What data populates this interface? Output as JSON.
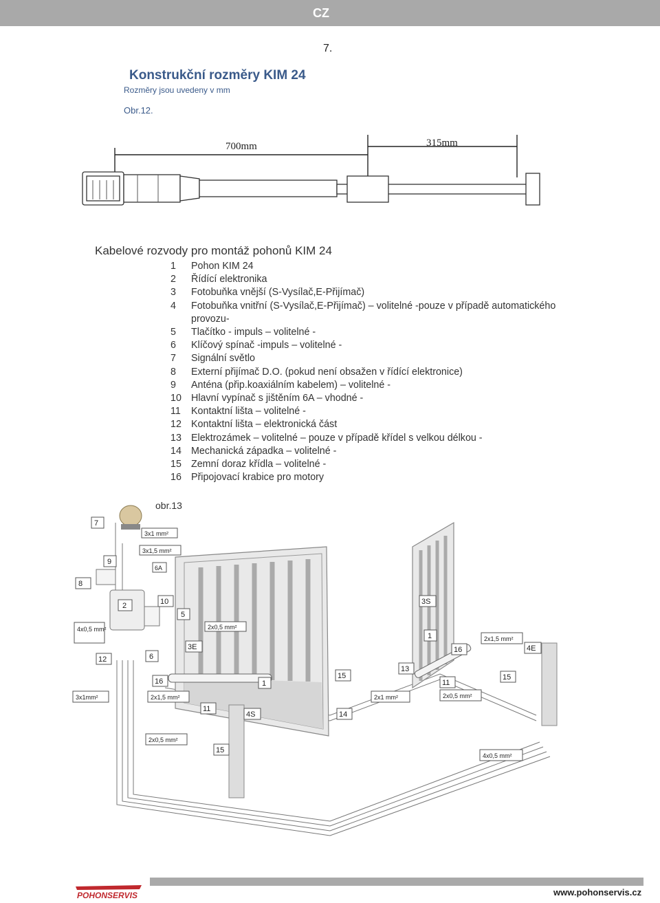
{
  "header": {
    "lang": "CZ",
    "page_number": "7."
  },
  "section1": {
    "title": "Konstrukční rozměry KIM 24",
    "subtitle": "Rozměry jsou uvedeny v mm",
    "figure_label": "Obr.12.",
    "dim_total": "700mm",
    "dim_bracket": "315mm"
  },
  "section2": {
    "title": "Kabelové rozvody pro montáž pohonů KIM 24",
    "items": [
      {
        "num": "1",
        "text": "Pohon KIM 24"
      },
      {
        "num": "2",
        "text": "Řídící elektronika"
      },
      {
        "num": "3",
        "text": "Fotobuňka vnější (S-Vysílač,E-Přijímač)"
      },
      {
        "num": "4",
        "text": "Fotobuňka vnitřní (S-Vysílač,E-Přijímač) – volitelné -pouze v případě automatického provozu-"
      },
      {
        "num": "5",
        "text": "Tlačítko - impuls – volitelné -"
      },
      {
        "num": "6",
        "text": "Klíčový spínač -impuls – volitelné -"
      },
      {
        "num": "7",
        "text": "Signální světlo"
      },
      {
        "num": "8",
        "text": "Externí přijímač D.O. (pokud není obsažen v řídící elektronice)"
      },
      {
        "num": "9",
        "text": "Anténa (přip.koaxiálním kabelem) – volitelné -"
      },
      {
        "num": "10",
        "text": "Hlavní vypínač s jištěním 6A – vhodné -"
      },
      {
        "num": "11",
        "text": "Kontaktní lišta – volitelné -"
      },
      {
        "num": "12",
        "text": "Kontaktní lišta – elektronická část"
      },
      {
        "num": "13",
        "text": "Elektrozámek – volitelné – pouze v případě křídel s velkou délkou -"
      },
      {
        "num": "14",
        "text": "Mechanická západka – volitelné -"
      },
      {
        "num": "15",
        "text": "Zemní doraz křídla – volitelné -"
      },
      {
        "num": "16",
        "text": "Připojovací krabice pro motory"
      }
    ],
    "figure_label": "obr.13"
  },
  "diagram_labels": {
    "n7": "7",
    "n9": "9",
    "n8": "8",
    "n2": "2",
    "n10": "10",
    "n5": "5",
    "n6": "6",
    "n3e": "3E",
    "n12": "12",
    "n16a": "16",
    "n1a": "1",
    "n15a": "15",
    "n11a": "11",
    "n4s": "4S",
    "n14": "14",
    "n15b": "15",
    "n3s": "3S",
    "n1b": "1",
    "n16b": "16",
    "n13": "13",
    "n11b": "11",
    "n15c": "15",
    "n4e": "4E",
    "c_3x1": "3x1 mm²",
    "c_3x15": "3x1,5 mm²",
    "fuse": "6A",
    "c_4x05": "4x0,5 mm²",
    "c_2x05a": "2x0,5 mm²",
    "c_3x1b": "3x1mm²",
    "c_2x15a": "2x1,5 mm²",
    "c_2x05b": "2x0,5 mm²",
    "c_2x1": "2x1 mm²",
    "c_2x05c": "2x0,5 mm²",
    "c_2x15b": "2x1,5 mm²",
    "c_4x05b": "4x0,5 mm²"
  },
  "footer": {
    "logo": "POHONSERVIS",
    "website": "www.pohonservis.cz"
  },
  "colors": {
    "bar": "#a9a9a9",
    "title_blue": "#3a5a8a",
    "logo_red": "#c0282d"
  }
}
